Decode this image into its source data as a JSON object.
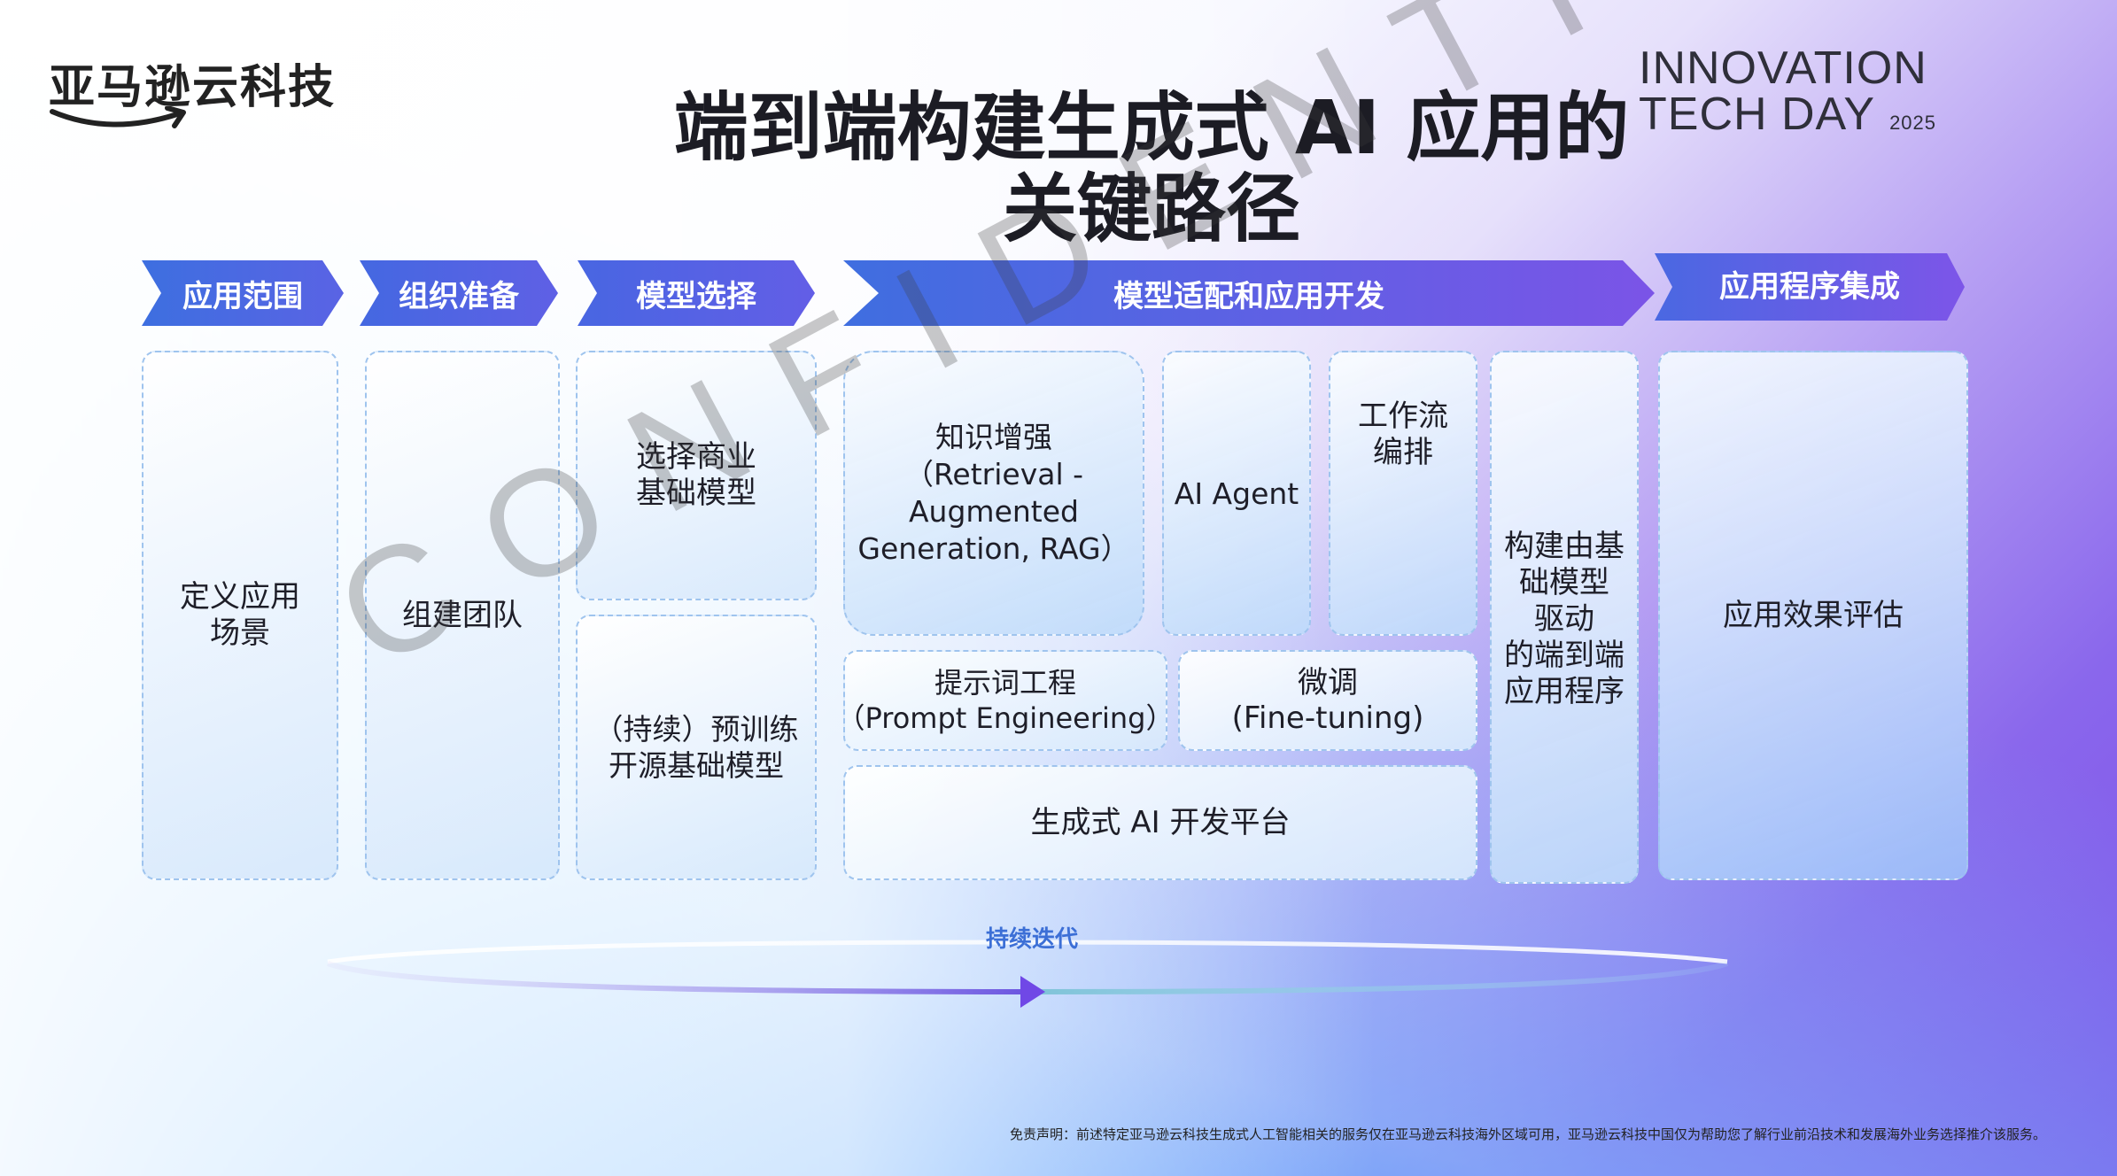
{
  "brand": {
    "logo_text": "亚马逊云科技"
  },
  "event": {
    "line1": "INNOVATION",
    "line2": "TECH DAY",
    "year": "2025"
  },
  "title": {
    "line1": "端到端构建生成式 AI 应用的",
    "line2": "关键路径"
  },
  "phases": [
    {
      "label": "应用范围"
    },
    {
      "label": "组织准备"
    },
    {
      "label": "模型选择"
    },
    {
      "label": "模型适配和应用开发"
    },
    {
      "label": "应用程序集成"
    }
  ],
  "boxes": {
    "define_scenario": {
      "l1": "定义应用",
      "l2": "场景"
    },
    "build_team": {
      "l1": "组建团队"
    },
    "select_commercial": {
      "l1": "选择商业",
      "l2": "基础模型"
    },
    "pretrain_open": {
      "l1": "（持续）预训练",
      "l2": "开源基础模型"
    },
    "rag": {
      "l1": "知识增强",
      "l2": "（Retrieval -",
      "l3": "Augmented",
      "l4": "Generation, RAG）"
    },
    "ai_agent": {
      "l1": "AI Agent"
    },
    "workflow": {
      "l1": "工作流",
      "l2": "编排"
    },
    "prompt_eng": {
      "l1": "提示词工程",
      "l2": "（Prompt Engineering）"
    },
    "fine_tuning": {
      "l1": "微调",
      "l2": "(Fine-tuning)"
    },
    "gen_ai_platform": {
      "l1": "生成式 AI 开发平台"
    },
    "build_app": {
      "l1": "构建由基",
      "l2": "础模型",
      "l3": "驱动",
      "l4": "的端到端",
      "l5": "应用程序"
    },
    "evaluate": {
      "l1": "应用效果评估"
    }
  },
  "loop": {
    "label": "持续迭代"
  },
  "watermark": "CONFIDENTIAL",
  "disclaimer": "免责声明：前述特定亚马逊云科技生成式人工智能相关的服务仅在亚马逊云科技海外区域可用，亚马逊云科技中国仅为帮助您了解行业前沿技术和发展海外业务选择推介该服务。",
  "colors": {
    "phase_start": "#3d6fe0",
    "phase_end": "#7a55e6",
    "box_border": "#9fc4ee",
    "loop_label": "#3c6fd6"
  }
}
